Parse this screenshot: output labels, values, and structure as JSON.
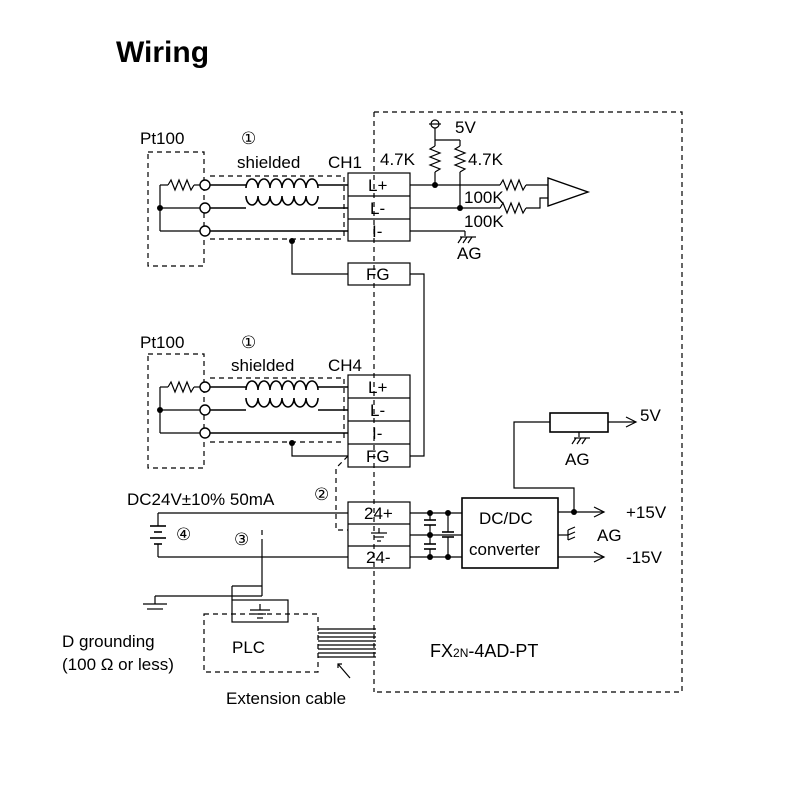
{
  "title": "Wiring",
  "sensors": [
    {
      "name": "Pt100",
      "note_num": "①",
      "cable": "shielded",
      "channel": "CH1"
    },
    {
      "name": "Pt100",
      "note_num": "①",
      "cable": "shielded",
      "channel": "CH4"
    }
  ],
  "terminals": {
    "l_plus": "L+",
    "l_minus": "L-",
    "i_minus": "I-",
    "fg": "FG",
    "p24_plus": "24+",
    "p24_minus": "24-"
  },
  "input_circuit": {
    "supply": "5V",
    "pullup_left": "4.7K",
    "pullup_right": "4.7K",
    "res_top": "100K",
    "res_bottom": "100K",
    "ground": "AG"
  },
  "reference": {
    "output": "5V",
    "ground": "AG"
  },
  "converter": {
    "label_line1": "DC/DC",
    "label_line2": "converter",
    "out_pos": "+15V",
    "out_gnd": "AG",
    "out_neg": "-15V"
  },
  "power_supply": {
    "label": "DC24V±10% 50mA",
    "note_num": "②",
    "battery_num": "④",
    "shield_num": "③"
  },
  "grounding": {
    "line1": "D grounding",
    "line2": "(100 Ω or less)"
  },
  "plc": "PLC",
  "extension_cable": "Extension cable",
  "module": {
    "prefix": "FX",
    "sub": "2N",
    "suffix": "-4AD-PT"
  }
}
